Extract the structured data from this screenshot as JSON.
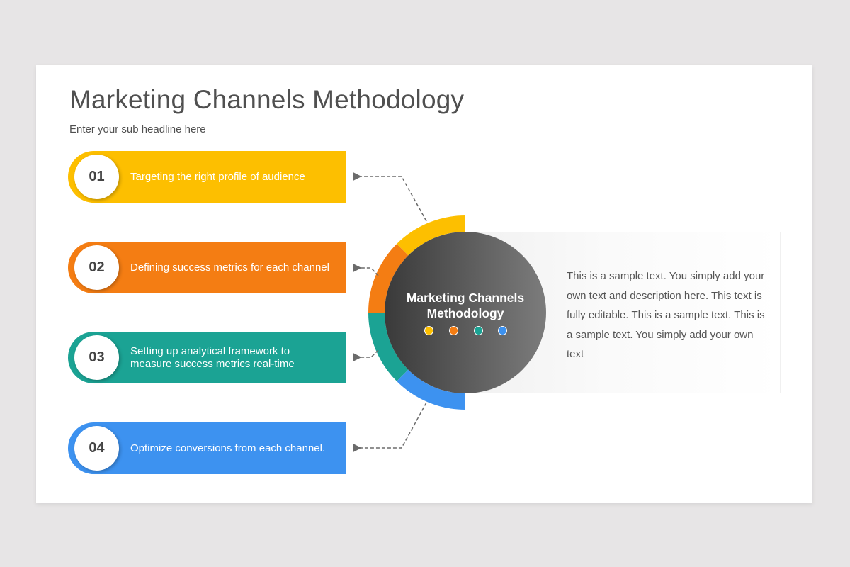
{
  "slide": {
    "title": "Marketing Channels Methodology",
    "subtitle": "Enter your sub headline here"
  },
  "steps": [
    {
      "number": "01",
      "label": "Targeting the right profile of audience",
      "color": "#fdbf00"
    },
    {
      "number": "02",
      "label": "Defining success metrics for each channel",
      "color": "#f47d13"
    },
    {
      "number": "03",
      "label": "Setting up analytical framework to measure success metrics real-time",
      "color": "#1ba394"
    },
    {
      "number": "04",
      "label": "Optimize conversions from each channel.",
      "color": "#3d92f0"
    }
  ],
  "hub": {
    "title": "Marketing Channels Methodology",
    "dot_colors": [
      "#fdbf00",
      "#f47d13",
      "#1ba394",
      "#3d92f0"
    ]
  },
  "description": {
    "text": "This is a sample text. You simply add your own text and description here. This text is fully editable. This is a sample text. This is a sample text. You simply add your own text"
  },
  "colors": {
    "background": "#e7e5e6",
    "slide": "#ffffff",
    "title": "#505050",
    "hub_dark": "#3c3c3c",
    "hub_light": "#7a7a7a",
    "connector": "#6b6b6b"
  }
}
